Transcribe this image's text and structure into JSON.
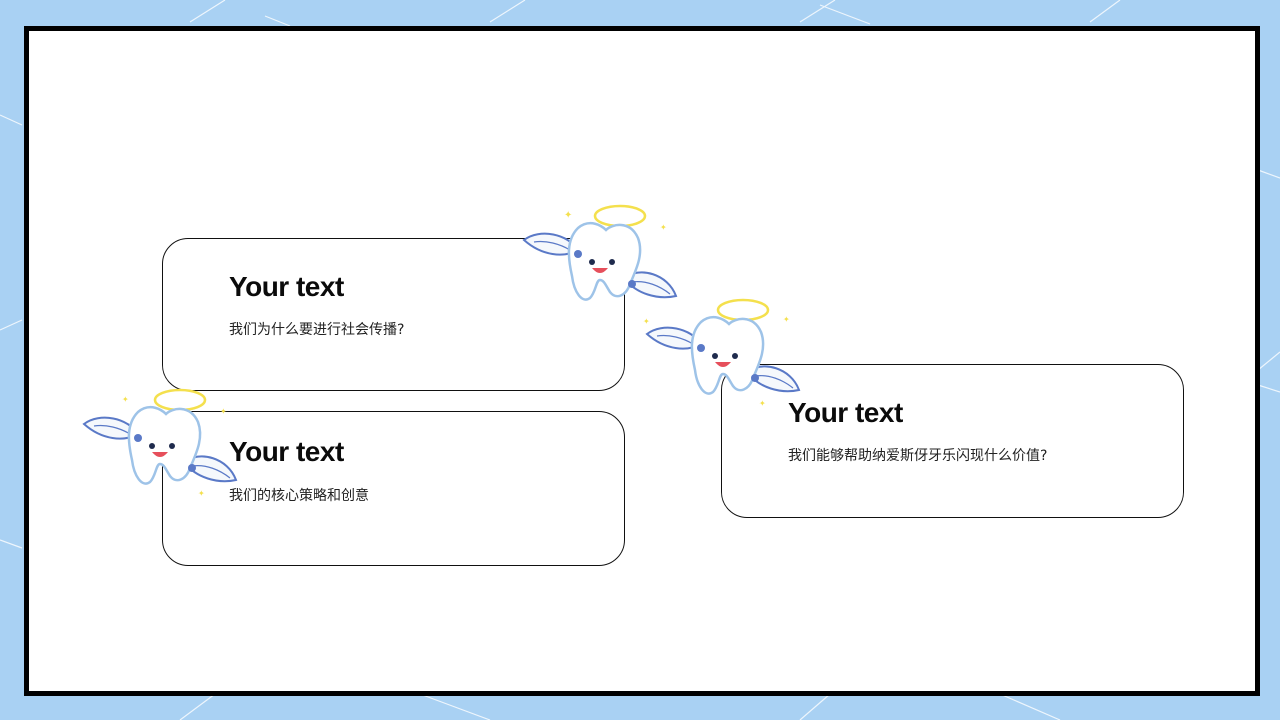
{
  "cards": [
    {
      "title": "Your text",
      "body": "我们为什么要进行社会传播?"
    },
    {
      "title": "Your text",
      "body": "我们的核心策略和创意"
    },
    {
      "title": "Your text",
      "body": "我们能够帮助纳爱斯伢牙乐闪现什么价值?"
    }
  ],
  "colors": {
    "background": "#a9d1f3",
    "frame": "#000000",
    "tooth_wing": "#5a79c7",
    "halo": "#f4e04d"
  },
  "icons": [
    "angel-tooth-icon"
  ]
}
